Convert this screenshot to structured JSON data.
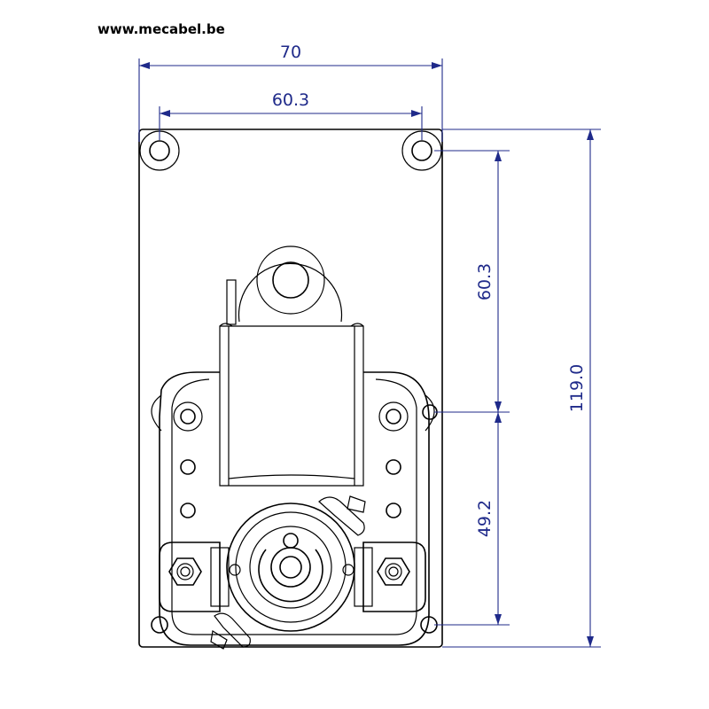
{
  "header": {
    "website": "www.mecabel.be"
  },
  "dimensions": {
    "overall_width": "70",
    "hole_spacing_width": "60.3",
    "upper_hole_spacing_height": "60.3",
    "lower_hole_spacing_height": "49.2",
    "overall_height": "119.0"
  },
  "colors": {
    "dimension": "#1f2a8a",
    "outline": "#000000"
  }
}
